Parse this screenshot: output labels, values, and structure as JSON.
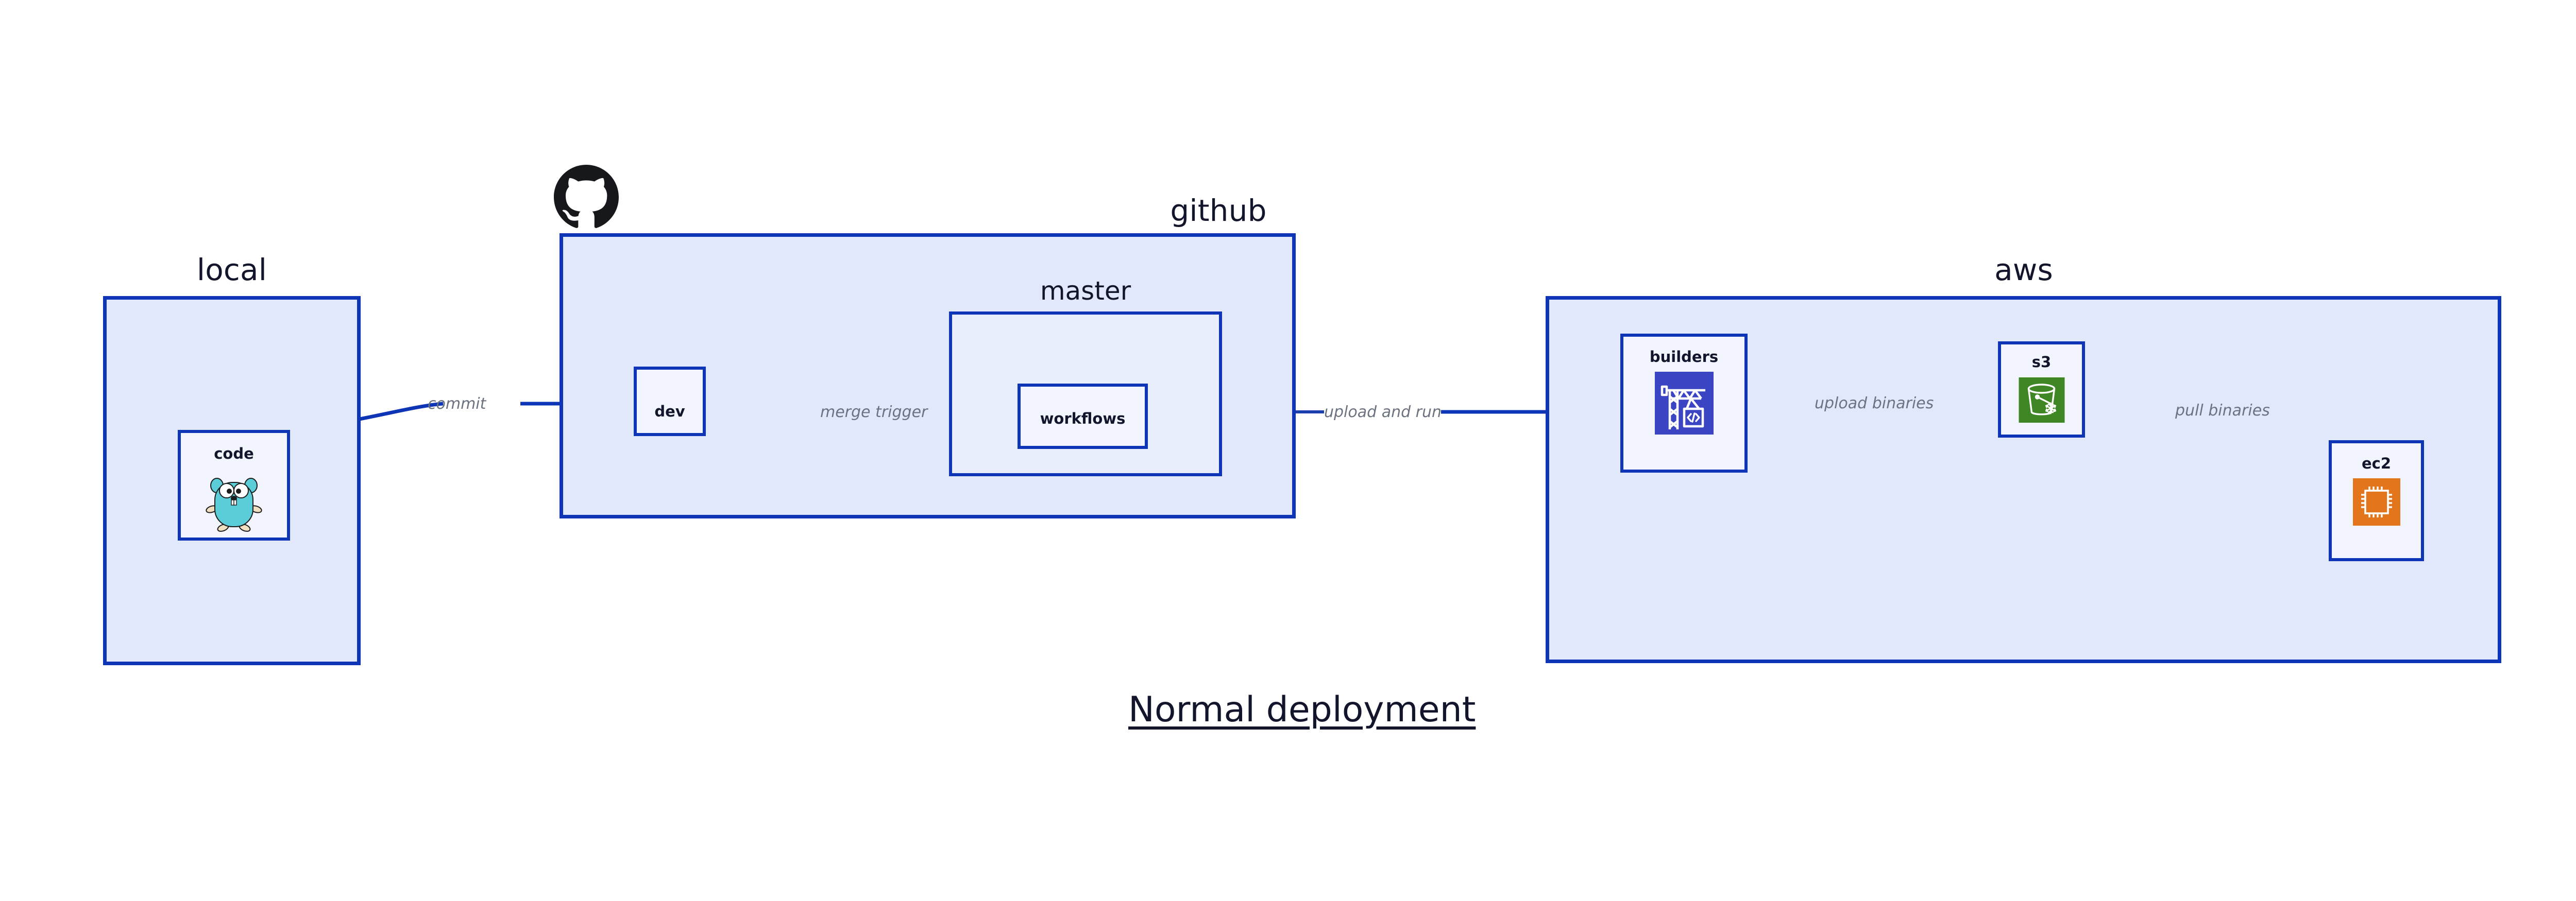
{
  "caption": "Normal deployment",
  "groups": [
    {
      "id": "local",
      "title": "local"
    },
    {
      "id": "github",
      "title": "github"
    },
    {
      "id": "aws",
      "title": "aws"
    }
  ],
  "subgroups": [
    {
      "id": "master",
      "title": "master",
      "parent": "github"
    }
  ],
  "nodes": [
    {
      "id": "code",
      "label": "code",
      "icon": "go-gopher-icon",
      "parent": "local"
    },
    {
      "id": "dev",
      "label": "dev",
      "icon": null,
      "parent": "github"
    },
    {
      "id": "workflows",
      "label": "workflows",
      "icon": null,
      "parent": "master"
    },
    {
      "id": "builders",
      "label": "builders",
      "icon": "crane-code-icon",
      "parent": "aws"
    },
    {
      "id": "s3",
      "label": "s3",
      "icon": "s3-bucket-icon",
      "parent": "aws"
    },
    {
      "id": "ec2",
      "label": "ec2",
      "icon": "cpu-chip-icon",
      "parent": "aws"
    }
  ],
  "edges": [
    {
      "id": "commit",
      "label": "commit",
      "from": "code",
      "to": "dev"
    },
    {
      "id": "merge-trigger",
      "label": "merge trigger",
      "from": "dev",
      "to": "workflows"
    },
    {
      "id": "upload-and-run",
      "label": "upload and run",
      "from": "workflows",
      "to": "builders"
    },
    {
      "id": "upload-binaries",
      "label": "upload binaries",
      "from": "builders",
      "to": "s3"
    },
    {
      "id": "pull-binaries",
      "label": "pull binaries",
      "from": "s3",
      "to": "ec2"
    }
  ],
  "logos": [
    {
      "id": "github-logo",
      "name": "github-octocat-icon"
    }
  ],
  "colors": {
    "group_fill": "#e2e8fb",
    "subgroup_fill": "#e9eefc",
    "node_fill": "#f2f5fd",
    "stroke": "#0e35b5",
    "arrow": "#0e35b5",
    "text": "#12152b",
    "edge_label": "#6b7280",
    "s3_icon_bg": "#3f8624",
    "ec2_icon_bg": "#e3761c",
    "builders_icon_bg": "#3b45c4",
    "gopher_body": "#5bcdd8",
    "background": "#ffffff"
  }
}
